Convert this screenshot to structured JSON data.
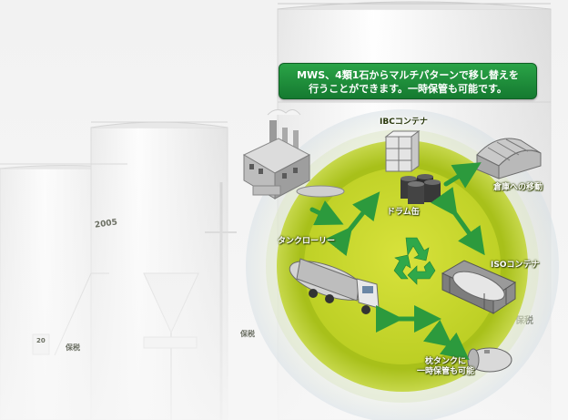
{
  "banner": {
    "line1": "MWS、4類1石からマルチパターンで移し替えを",
    "line2": "行うことができます。一時保管も可能です。"
  },
  "nodes": {
    "ibc": "IBCコンテナ",
    "drum": "ドラム缶",
    "warehouse": "倉庫への移動",
    "tanker": "タンクローリー",
    "iso": "ISOコンテナ",
    "storage_line1": "枕タンクに",
    "storage_line2": "一時保管も可能"
  },
  "background": {
    "tank_number": "2005",
    "sign_hozei_1": "保税",
    "sign_hozei_2": "保税",
    "sign_hozei_3": "保税",
    "sign_number": "20"
  },
  "colors": {
    "banner_green": "#1f8f3c",
    "outer_ring": "#a9c21c",
    "inner_circle": "#c9d92c",
    "arrow_green": "#2c9a3d"
  }
}
